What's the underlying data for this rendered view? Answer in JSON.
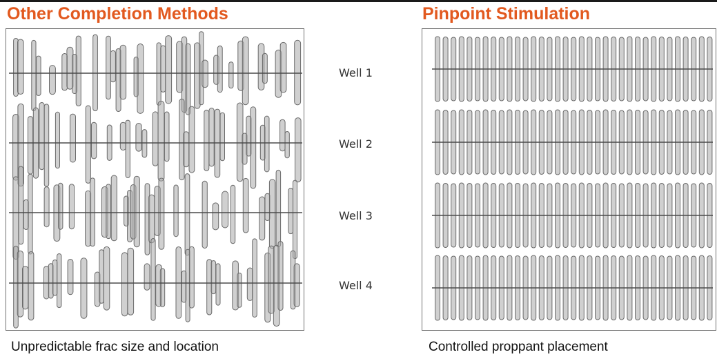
{
  "left_panel": {
    "title": "Other Completion Methods",
    "caption": "Unpredictable frac size and location"
  },
  "right_panel": {
    "title": "Pinpoint Stimulation",
    "caption": "Controlled proppant placement"
  },
  "wells": [
    {
      "label": "Well 1"
    },
    {
      "label": "Well 2"
    },
    {
      "label": "Well 3"
    },
    {
      "label": "Well 4"
    }
  ],
  "colors": {
    "title": "#e2591f",
    "frac_fill": "#a9a9a9",
    "frac_outline": "#6a6a6a",
    "wellbore": "#4a4a4a",
    "panel_border": "#6f6f6f"
  }
}
